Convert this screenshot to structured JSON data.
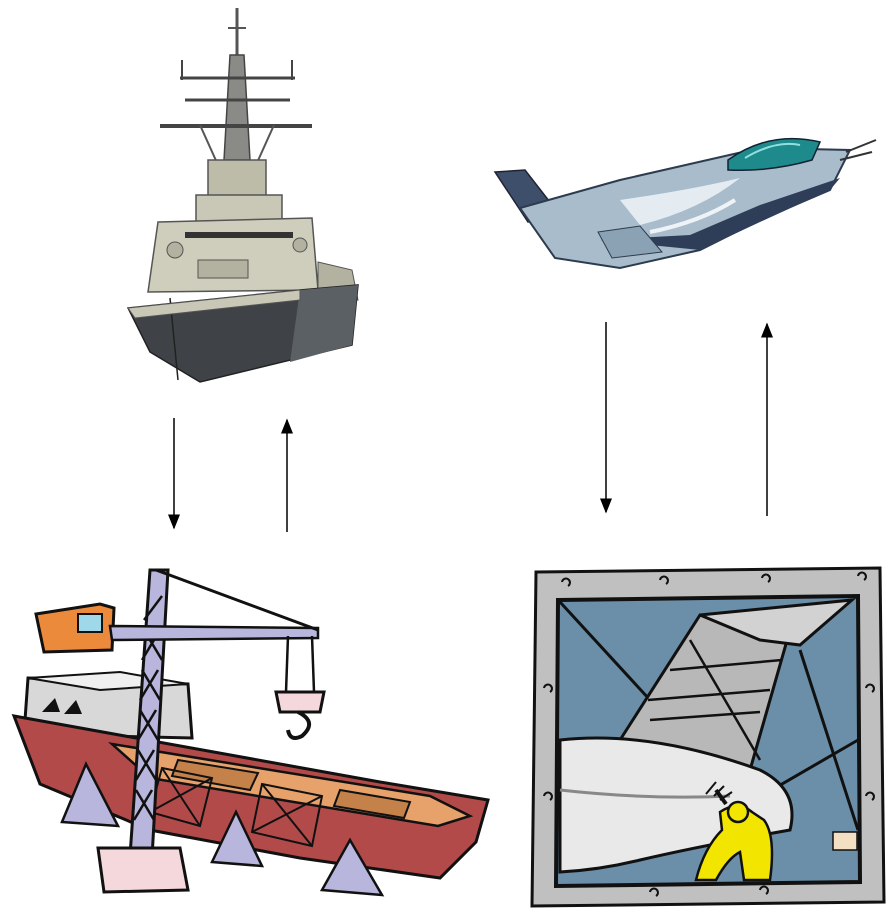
{
  "diagram": {
    "nodes": [
      {
        "id": "warship",
        "icon": "warship-icon"
      },
      {
        "id": "fighter-jet",
        "icon": "fighter-jet-icon"
      },
      {
        "id": "shipyard",
        "icon": "shipyard-crane-icon"
      },
      {
        "id": "aircraft-hangar",
        "icon": "aircraft-maintenance-icon"
      }
    ],
    "edges": [
      {
        "from": "warship",
        "to": "shipyard"
      },
      {
        "from": "shipyard",
        "to": "warship"
      },
      {
        "from": "fighter-jet",
        "to": "aircraft-hangar"
      },
      {
        "from": "aircraft-hangar",
        "to": "fighter-jet"
      }
    ],
    "colors": {
      "hull_dark": "#3f4347",
      "superstructure": "#c9c7b6",
      "jet_body": "#a9bccb",
      "jet_dark": "#3d4f6b",
      "crane_frame": "#b8b6dc",
      "dock_hull": "#b24a4a",
      "cargo_deck": "#e7a16a",
      "hangar_frame": "#c0c0c0",
      "hangar_sky": "#6b8fa8",
      "worker_suit": "#f2e600"
    }
  }
}
